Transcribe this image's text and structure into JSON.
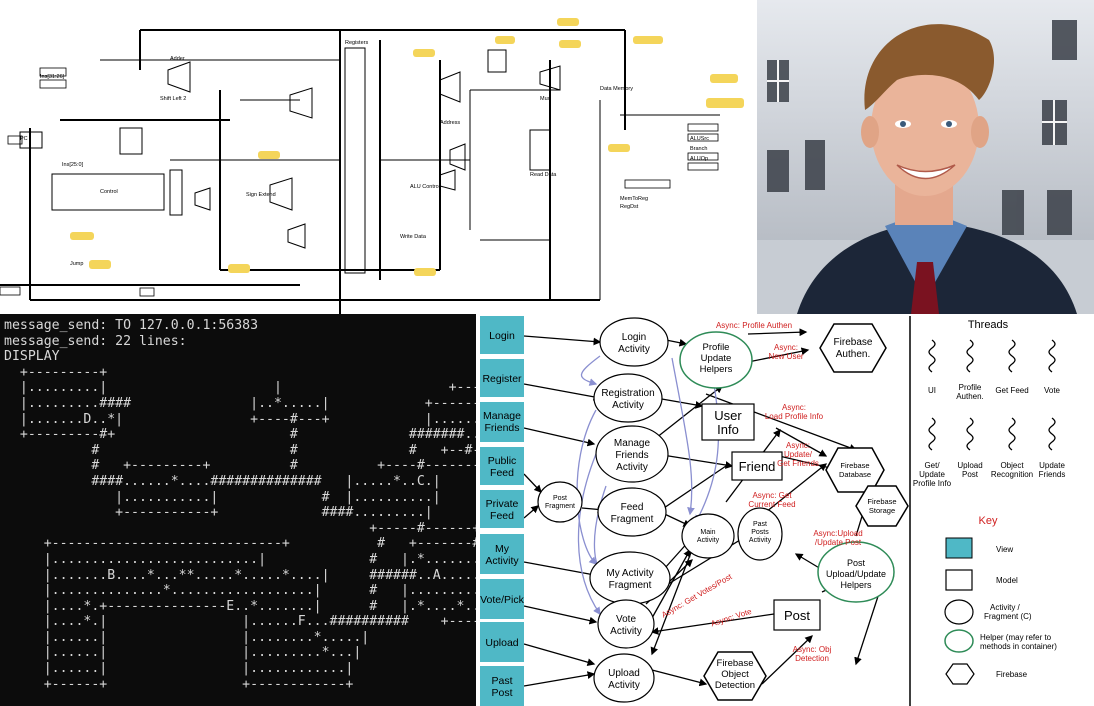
{
  "circuit": {
    "labels": [
      "Ins[25:0]",
      "Ins[31:26]",
      "Jump",
      "MemToReg",
      "RegDst",
      "ALUSrc",
      "Branch",
      "ALUOp",
      "Shift Left 2",
      "Control",
      "ALU Control",
      "Read Data",
      "Write Data",
      "Address",
      "Data Memory",
      "Registers",
      "Sign Extend",
      "PC",
      "Adder",
      "Mux"
    ]
  },
  "terminal": {
    "lines": [
      "message_send: TO 127.0.0.1:56383",
      "message_send: 22 lines:",
      "DISPLAY",
      "  +---------+",
      "  |.........|                     |                     +------+",
      "  |.........####               |..*.....|            +-------+",
      "  |.......D..*|                +----#---+            |.......|",
      "  +---------#+                      #              #######......|",
      "           #                        #              #   +--#----+",
      "           #   +---------+          #          +----#-------+  #",
      "           ####......*....##############   |.....*..C.|      #",
      "              |...........|             #  |..........|      #",
      "              +-----------+             ####.........|       #",
      "                                              +-----#------+  #",
      "     +-----------------------------+           #   +-------#--+",
      "     |..........................|             #   |.*.......|",
      "     |.......B....*...**.....*.....*....|     ######..A......|",
      "     |..............*..................|      #   |..........|",
      "     |....*.+---------------E..*.......|      #   |.*....*...|",
      "     |....*.|                 |......F...##########    +----------+",
      "     |......|                 |........*.....|",
      "     |......|                 |.........*...|",
      "     |......|                 |............|",
      "     +------+                 +------------+"
    ]
  },
  "arch": {
    "views": [
      "Login",
      "Register",
      "Manage Friends",
      "Public Feed",
      "Private Feed",
      "My Activity",
      "Vote/Pick",
      "Upload",
      "Past Post"
    ],
    "activities": [
      "Login Activity",
      "Registration Activity",
      "Manage Friends Activity",
      "Feed Fragment",
      "My Activity Fragment",
      "Vote Activity",
      "Upload Activity",
      "Main Activity",
      "Post Fragment",
      "Past Posts Activity"
    ],
    "helpers": [
      "Profile Update Helpers",
      "Post Upload/Update Helpers"
    ],
    "models": [
      "User Info",
      "Friend",
      "Post"
    ],
    "firebase": [
      "Firebase Authen.",
      "Firebase Database",
      "Firebase Storage",
      "Firebase Object Detection"
    ],
    "async_labels": [
      "Async: Profile Authen",
      "Async: New User",
      "Async: Load Profile Info",
      "Async: Update/ Get Friends",
      "Async: Get Current Feed",
      "Async: Upload /Update Post",
      "Async: Get Votes/Post",
      "Async: Vote",
      "Async: Obj Detection"
    ],
    "threads_title": "Threads",
    "threads": [
      "UI",
      "Profile Authen.",
      "Get Feed",
      "Vote",
      "Get/ Update Profile Info",
      "Upload Post",
      "Object Recognition",
      "Update Friends"
    ],
    "key_title": "Key",
    "key": [
      "View",
      "Model",
      "Activity / Fragment (C)",
      "Helper (may refer to methods in container)",
      "Firebase"
    ],
    "colors": {
      "view": "#4fb8c6",
      "helper": "#2e8b57",
      "async": "#d02020",
      "blue_arrow": "#8a8fd0"
    }
  }
}
